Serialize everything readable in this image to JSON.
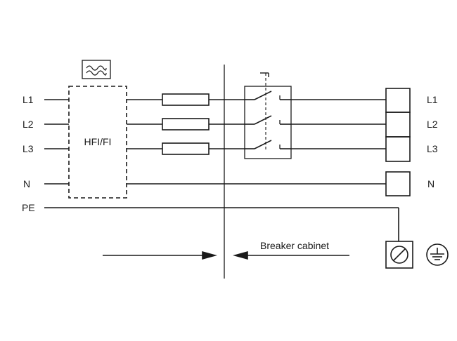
{
  "left_labels": {
    "l1": "L1",
    "l2": "L2",
    "l3": "L3",
    "n": "N",
    "pe": "PE"
  },
  "right_labels": {
    "l1": "L1",
    "l2": "L2",
    "l3": "L3",
    "n": "N"
  },
  "filter_box": {
    "label": "HFI/FI",
    "icon": "waveform-icon"
  },
  "fuses": {
    "count": 3,
    "icon": "fuse-icon"
  },
  "switch": {
    "icon": "three-pole-switch-icon"
  },
  "terminal_icon": "terminal-block-icon",
  "earth": {
    "terminal_icon": "earth-terminal-icon",
    "symbol_icon": "ground-symbol-icon"
  },
  "caption": {
    "breaker_cabinet": "Breaker cabinet"
  },
  "colors": {
    "line": "#1a1a1a",
    "background": "#ffffff"
  }
}
